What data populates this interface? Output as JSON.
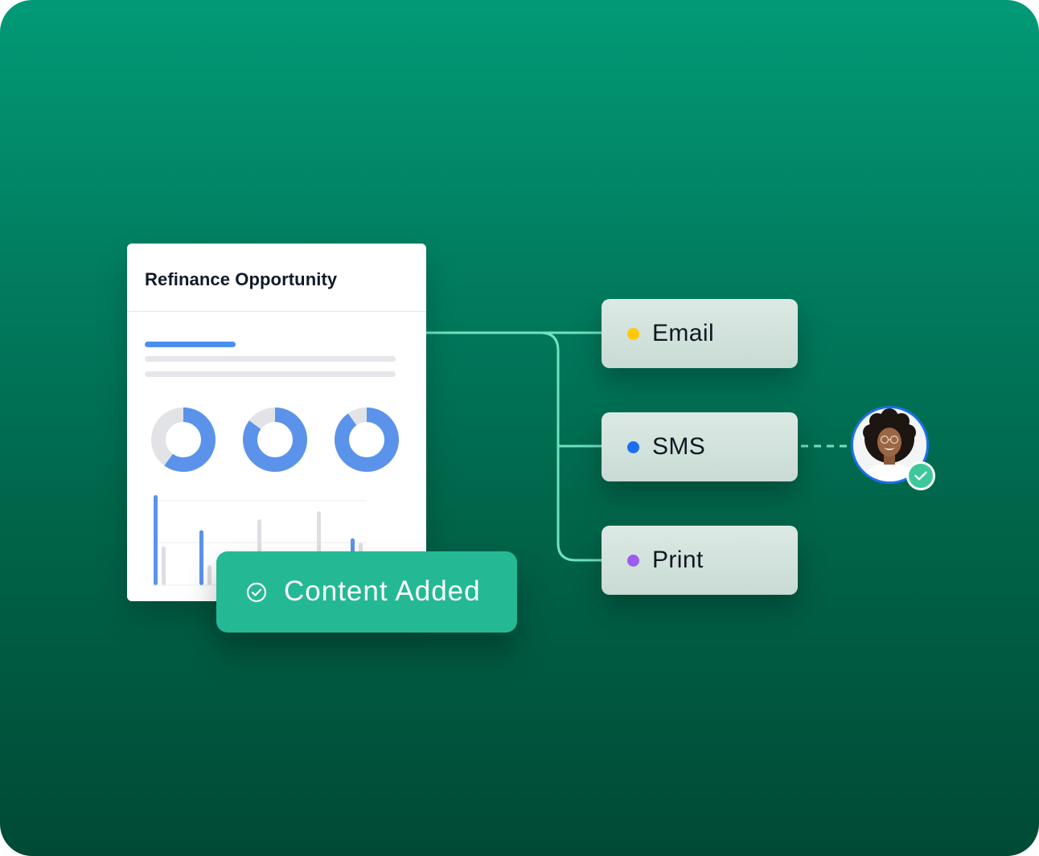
{
  "report": {
    "title": "Refinance Opportunity",
    "donuts": [
      {
        "fraction": 0.6
      },
      {
        "fraction": 0.85
      },
      {
        "fraction": 0.9
      }
    ],
    "bars": [
      {
        "blue": 1.0,
        "grey": 0.43
      },
      {
        "blue": 0.61,
        "grey": 0.22
      },
      {
        "blue": 0.34,
        "grey": 0.73
      },
      {
        "blue": 0.0,
        "grey": 0.82
      },
      {
        "blue": 0.52,
        "grey": 0.47
      }
    ]
  },
  "badge": {
    "label": "Content Added",
    "icon": "check-circle-icon"
  },
  "channels": [
    {
      "label": "Email",
      "dot_color": "#ffc907"
    },
    {
      "label": "SMS",
      "dot_color": "#1a6ff0"
    },
    {
      "label": "Print",
      "dot_color": "#9b5cf2"
    }
  ],
  "colors": {
    "connector": "#6fe3c0",
    "accent_blue": "#5b93ea",
    "muted_grey": "#e1e3e6",
    "badge_green": "#24b994"
  }
}
